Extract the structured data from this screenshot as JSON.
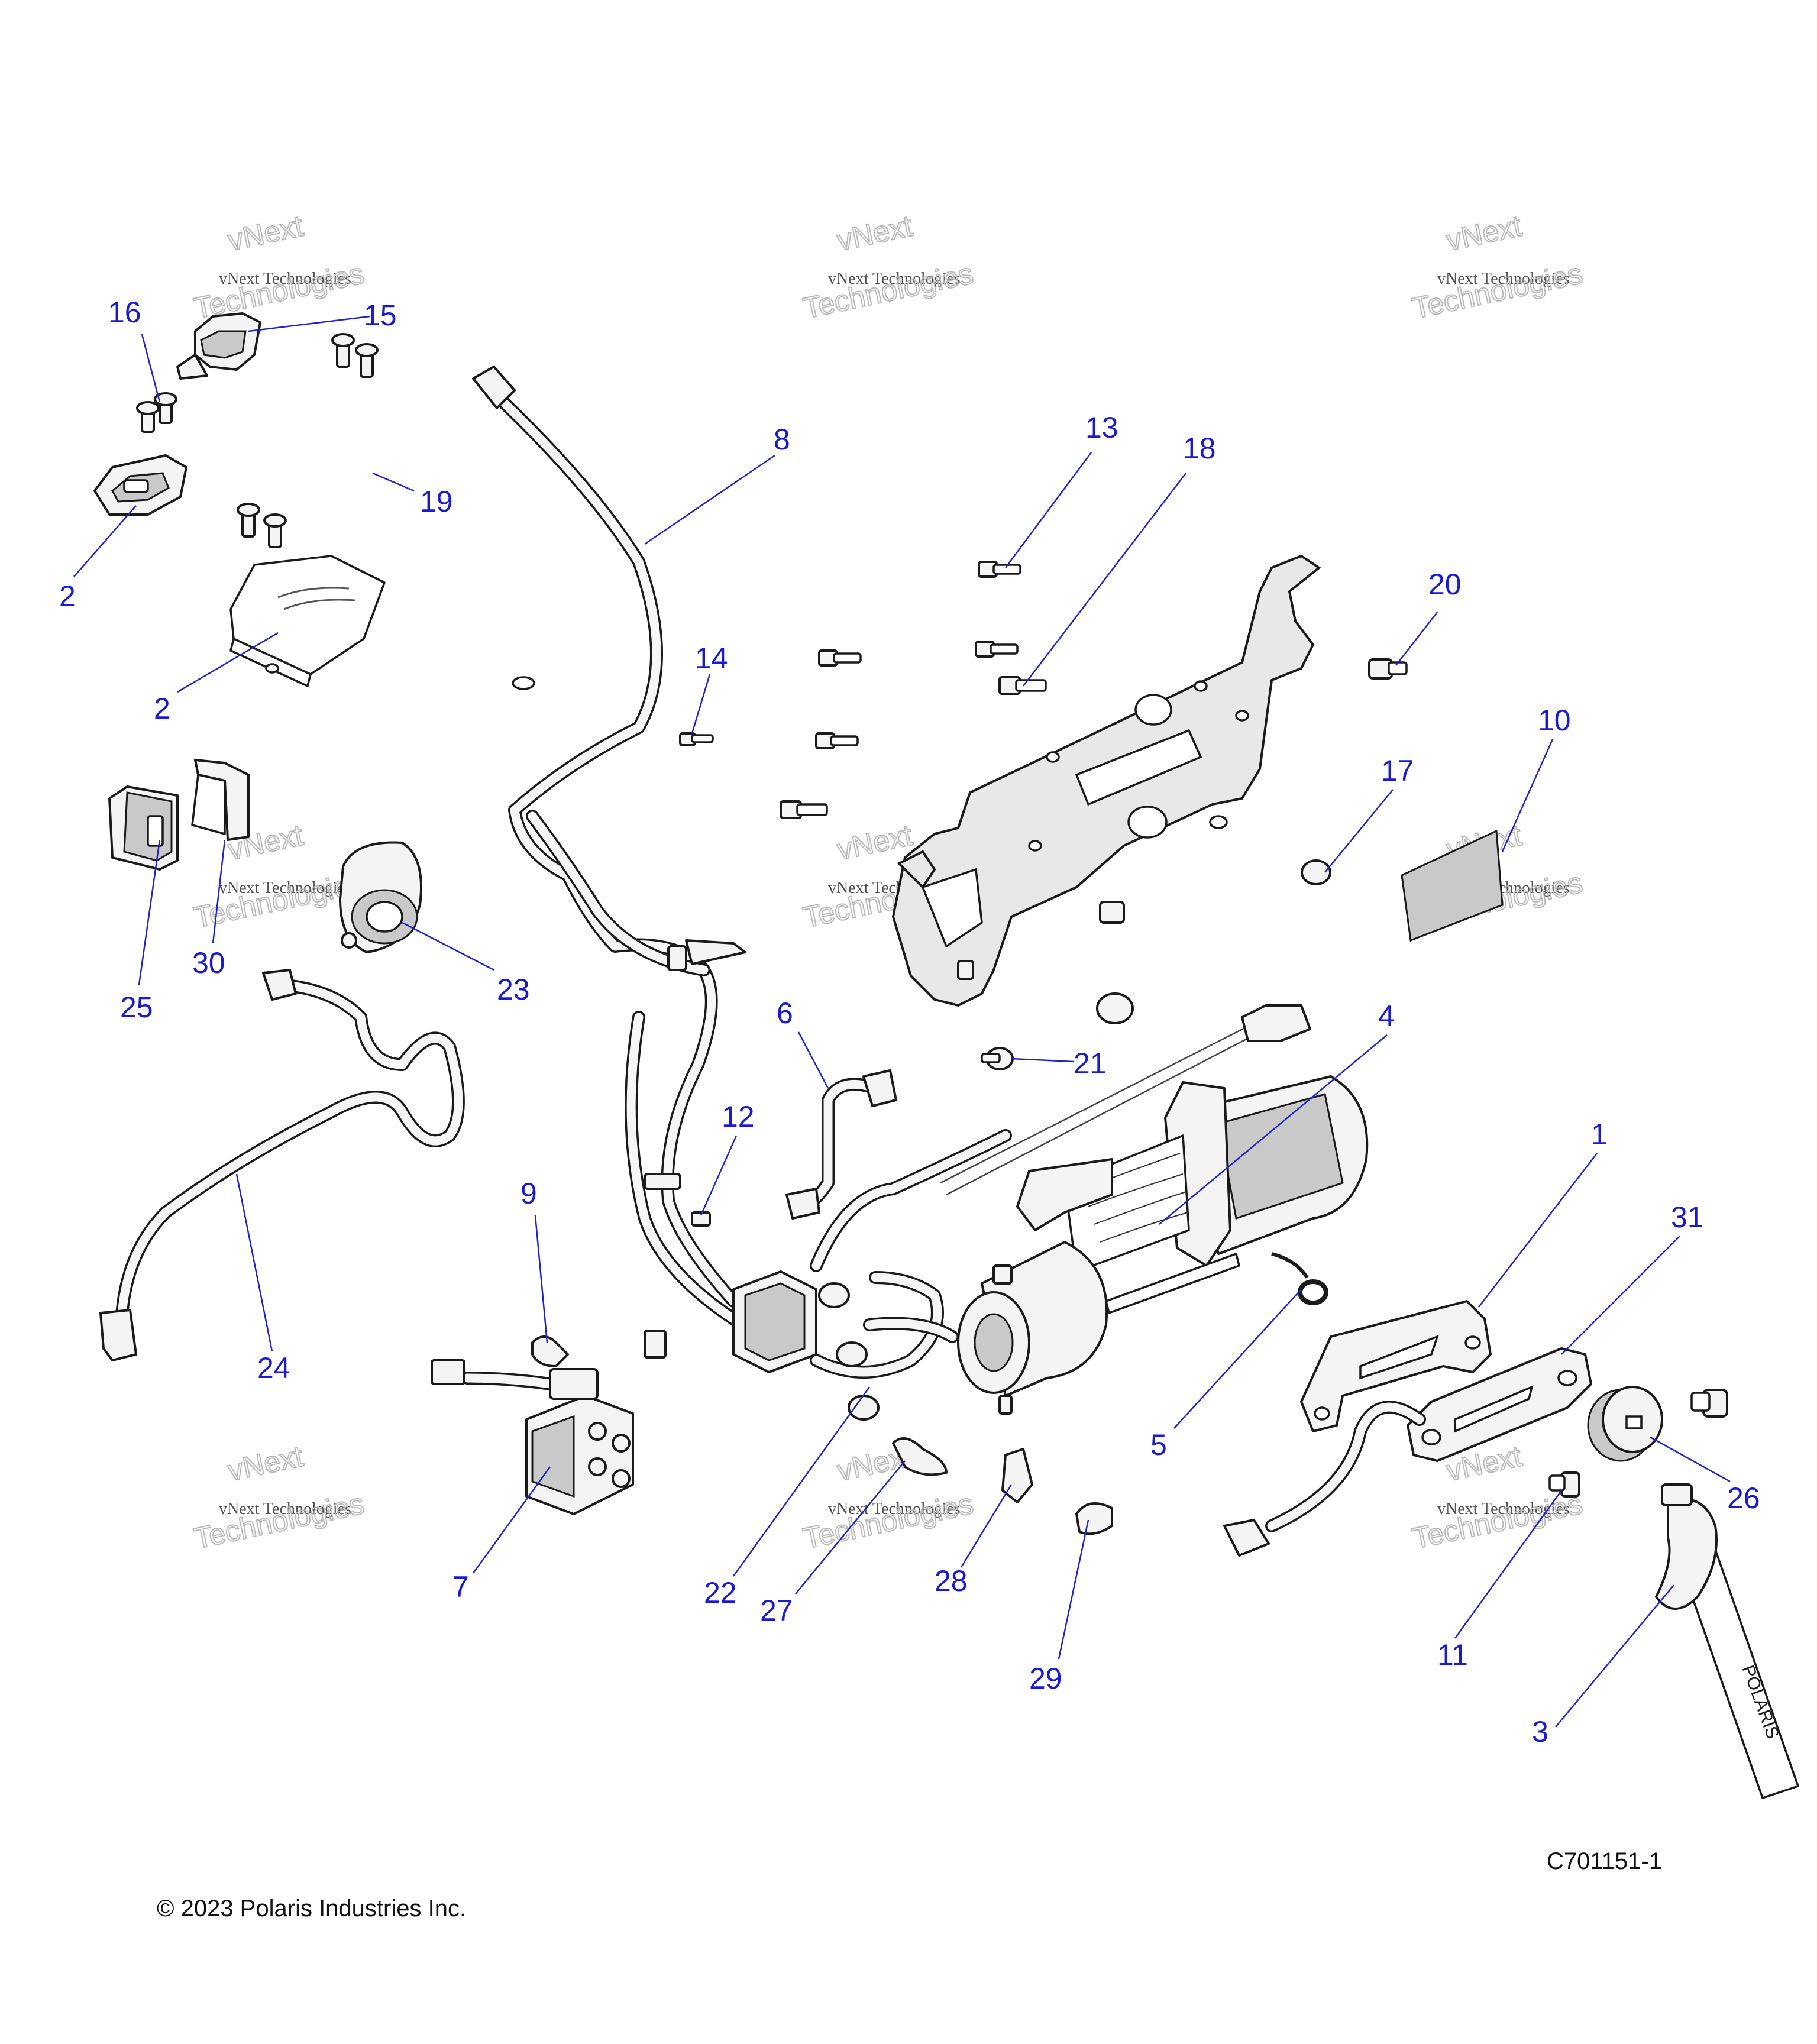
{
  "diagram": {
    "figure_code": "C701151-1",
    "copyright": "© 2023 Polaris Industries Inc.",
    "watermark": {
      "line_top": "vNext",
      "line_small": "vNext Technologies",
      "line_bottom": "Technologies"
    },
    "callouts": [
      {
        "id": "c16",
        "label": "16"
      },
      {
        "id": "c15",
        "label": "15"
      },
      {
        "id": "c2a",
        "label": "2"
      },
      {
        "id": "c19",
        "label": "19"
      },
      {
        "id": "c2b",
        "label": "2"
      },
      {
        "id": "c8",
        "label": "8"
      },
      {
        "id": "c13",
        "label": "13"
      },
      {
        "id": "c18",
        "label": "18"
      },
      {
        "id": "c20",
        "label": "20"
      },
      {
        "id": "c14",
        "label": "14"
      },
      {
        "id": "c10",
        "label": "10"
      },
      {
        "id": "c17",
        "label": "17"
      },
      {
        "id": "c25",
        "label": "25"
      },
      {
        "id": "c30",
        "label": "30"
      },
      {
        "id": "c23",
        "label": "23"
      },
      {
        "id": "c6",
        "label": "6"
      },
      {
        "id": "c4",
        "label": "4"
      },
      {
        "id": "c21",
        "label": "21"
      },
      {
        "id": "c12",
        "label": "12"
      },
      {
        "id": "c1",
        "label": "1"
      },
      {
        "id": "c31",
        "label": "31"
      },
      {
        "id": "c9",
        "label": "9"
      },
      {
        "id": "c24",
        "label": "24"
      },
      {
        "id": "c5",
        "label": "5"
      },
      {
        "id": "c26",
        "label": "26"
      },
      {
        "id": "c7",
        "label": "7"
      },
      {
        "id": "c22",
        "label": "22"
      },
      {
        "id": "c27",
        "label": "27"
      },
      {
        "id": "c28",
        "label": "28"
      },
      {
        "id": "c11",
        "label": "11"
      },
      {
        "id": "c29",
        "label": "29"
      },
      {
        "id": "c3",
        "label": "3"
      }
    ],
    "strap_text": "POLARIS"
  }
}
